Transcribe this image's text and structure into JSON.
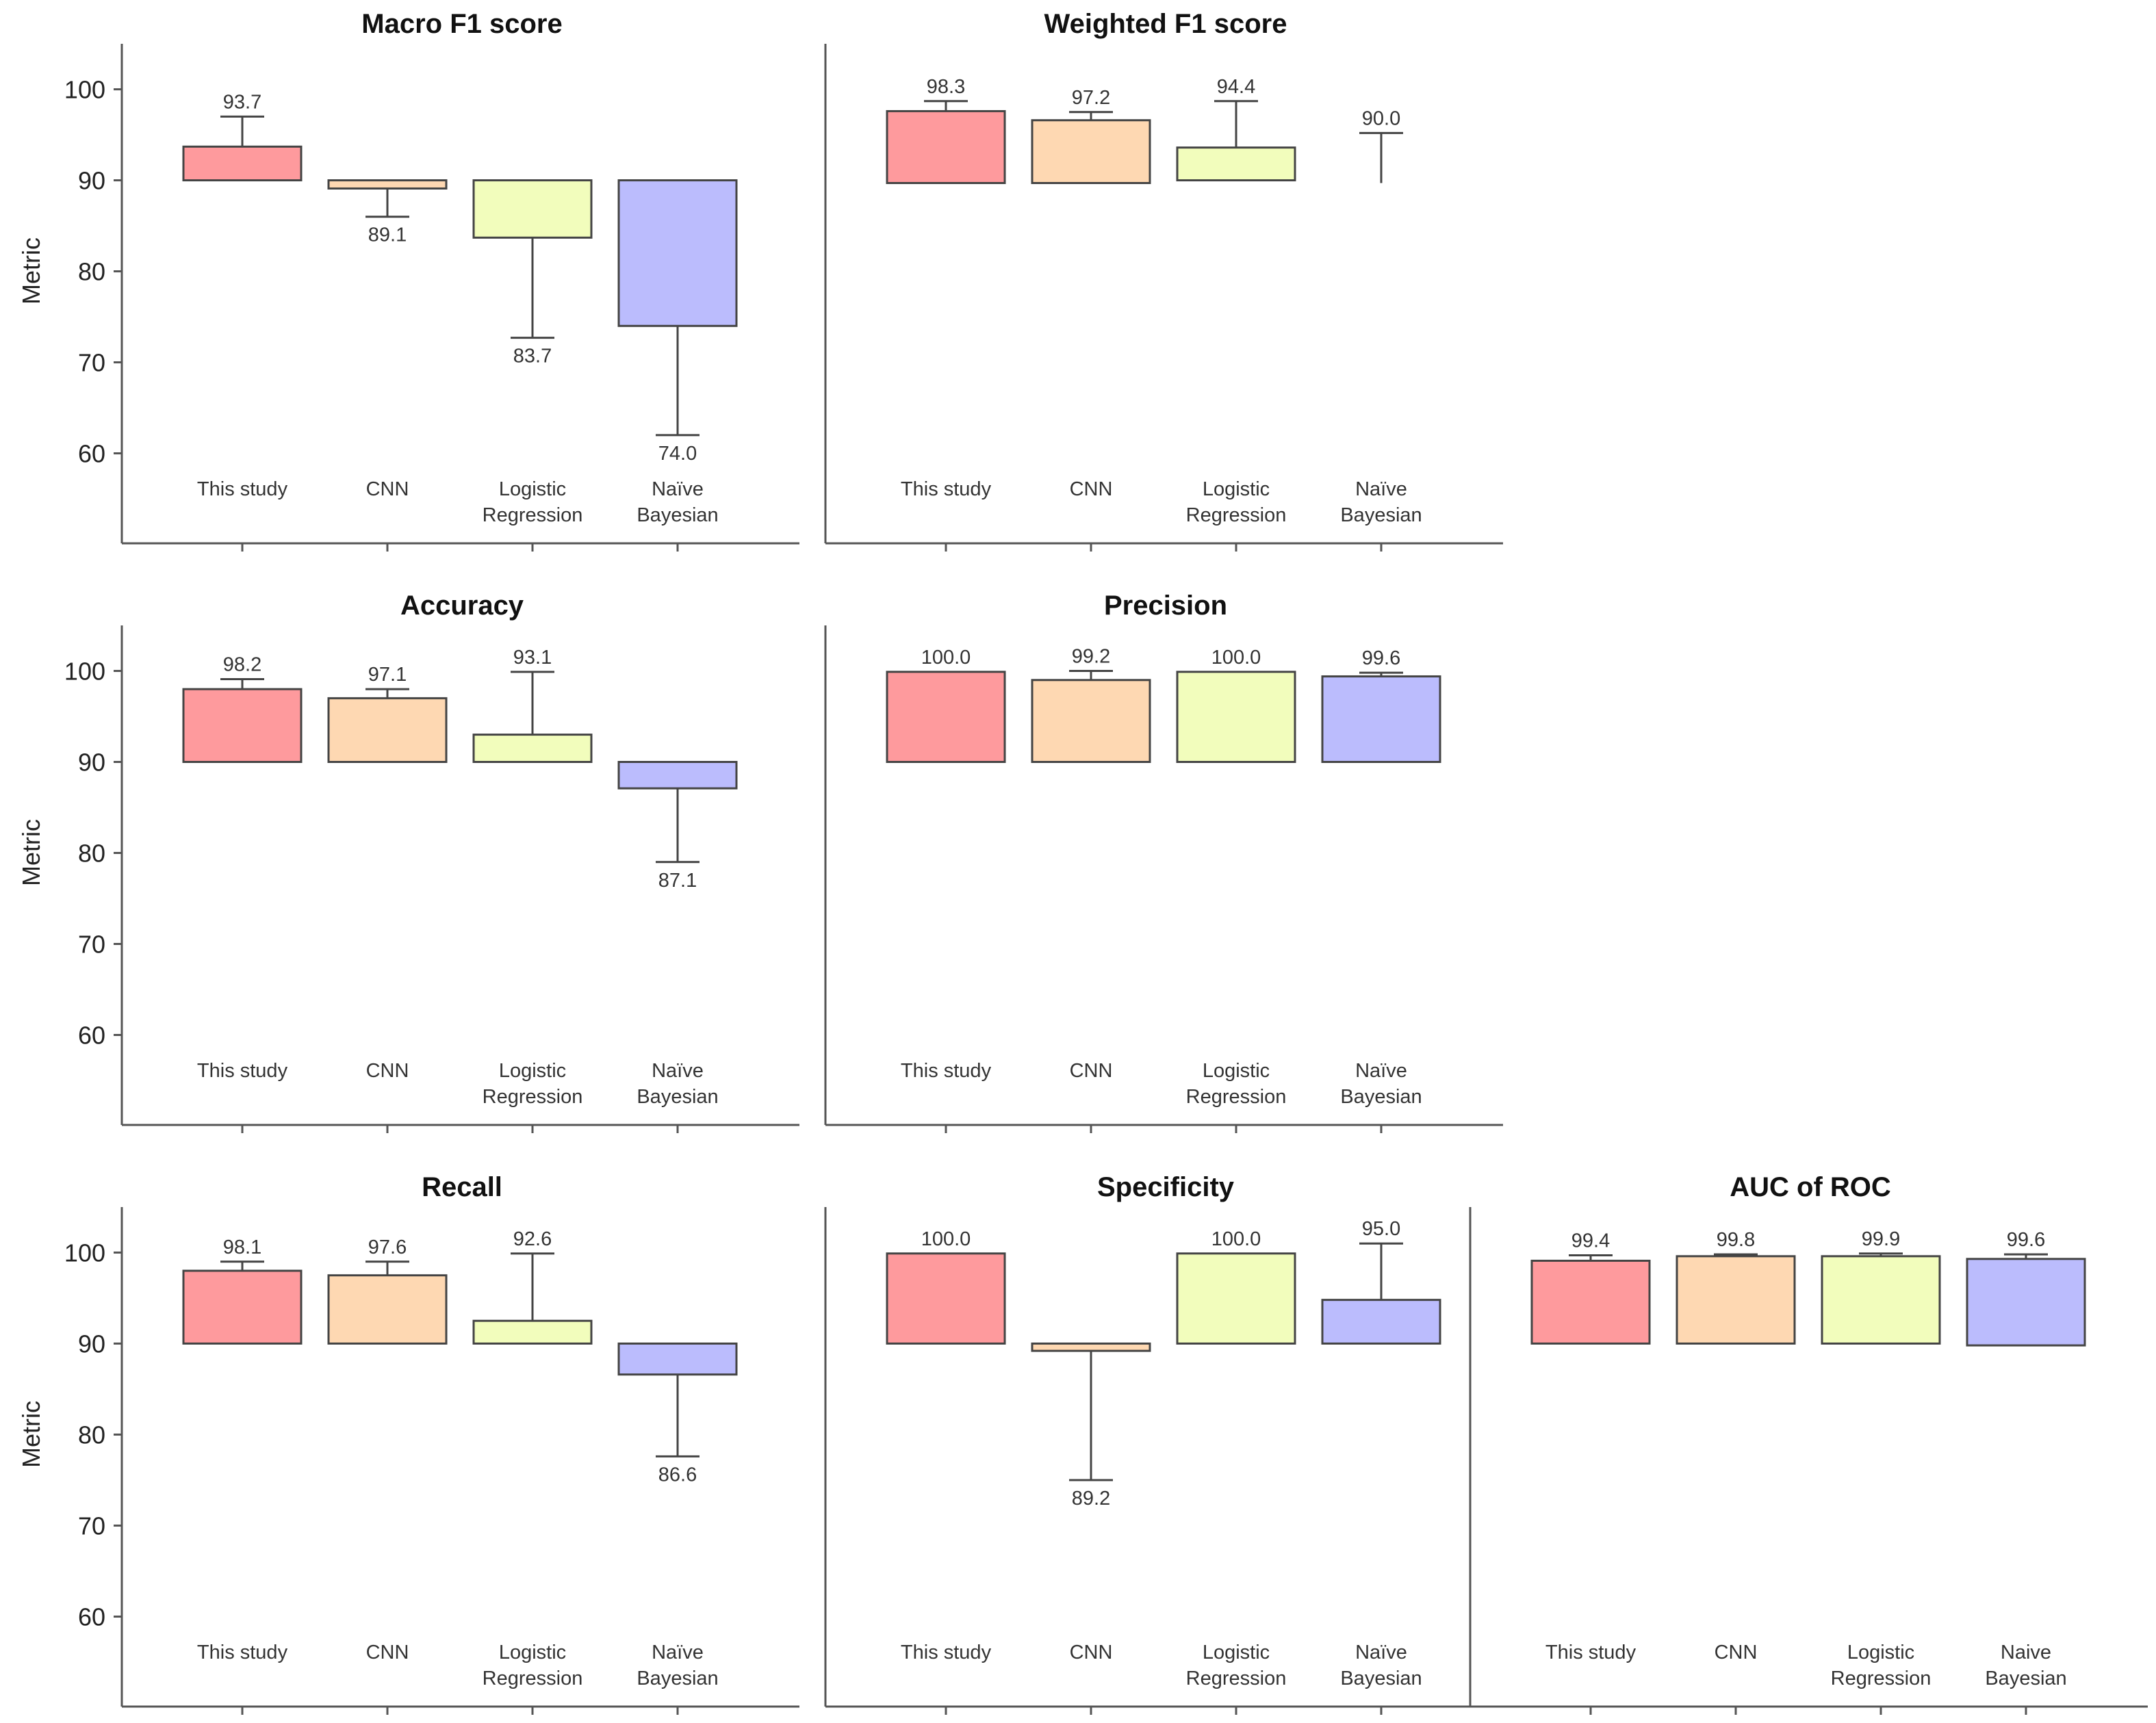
{
  "chart_data": [
    {
      "type": "box",
      "title": "Macro F1 score",
      "ylabel": "Metric",
      "ylim": [
        50,
        105
      ],
      "yticks": [
        60,
        70,
        80,
        90,
        100
      ],
      "categories": [
        "This study",
        "CNN",
        "Logistic Regression",
        "Naïve Bayesian"
      ],
      "categories_display": [
        [
          "This study"
        ],
        [
          "CNN"
        ],
        [
          "Logistic",
          "Regression"
        ],
        [
          "Naïve",
          "Bayesian"
        ]
      ],
      "boxes": [
        {
          "low": 90,
          "high": 93.7,
          "whisker": 97,
          "label": "93.7",
          "label_pos": "above"
        },
        {
          "low": 89.1,
          "high": 90,
          "whisker": 86,
          "label": "89.1",
          "label_pos": "below"
        },
        {
          "low": 83.7,
          "high": 90,
          "whisker": 72.7,
          "label": "83.7",
          "label_pos": "below"
        },
        {
          "low": 74,
          "high": 90,
          "whisker": 62,
          "label": "74.0",
          "label_pos": "below"
        }
      ]
    },
    {
      "type": "box",
      "title": "Weighted F1 score",
      "ylabel": "",
      "ylim": [
        50,
        105
      ],
      "categories": [
        "This study",
        "CNN",
        "Logistic Regression",
        "Naïve Bayesian"
      ],
      "categories_display": [
        [
          "This study"
        ],
        [
          "CNN"
        ],
        [
          "Logistic",
          "Regression"
        ],
        [
          "Naïve",
          "Bayesian"
        ]
      ],
      "boxes": [
        {
          "low": 89.7,
          "high": 97.6,
          "whisker": 98.7,
          "label": "98.3",
          "label_pos": "above"
        },
        {
          "low": 89.7,
          "high": 96.6,
          "whisker": 97.5,
          "label": "97.2",
          "label_pos": "above"
        },
        {
          "low": 90,
          "high": 93.6,
          "whisker": 98.7,
          "label": "94.4",
          "label_pos": "above"
        },
        {
          "low": null,
          "high": null,
          "whisker_low": 89.7,
          "whisker": 95.2,
          "label": "90.0",
          "label_pos": "above"
        }
      ]
    },
    {
      "type": "box",
      "title": "Accuracy",
      "ylabel": "Metric",
      "ylim": [
        50,
        105
      ],
      "yticks": [
        60,
        70,
        80,
        90,
        100
      ],
      "categories": [
        "This study",
        "CNN",
        "Logistic Regression",
        "Naïve Bayesian"
      ],
      "categories_display": [
        [
          "This study"
        ],
        [
          "CNN"
        ],
        [
          "Logistic",
          "Regression"
        ],
        [
          "Naïve",
          "Bayesian"
        ]
      ],
      "boxes": [
        {
          "low": 90,
          "high": 98,
          "whisker": 99.1,
          "label": "98.2",
          "label_pos": "above"
        },
        {
          "low": 90,
          "high": 97,
          "whisker": 98,
          "label": "97.1",
          "label_pos": "above"
        },
        {
          "low": 90,
          "high": 93,
          "whisker": 99.9,
          "label": "93.1",
          "label_pos": "above"
        },
        {
          "low": 87.1,
          "high": 90,
          "whisker": 79,
          "label": "87.1",
          "label_pos": "below"
        }
      ]
    },
    {
      "type": "box",
      "title": "Precision",
      "ylabel": "",
      "ylim": [
        50,
        105
      ],
      "categories": [
        "This study",
        "CNN",
        "Logistic Regression",
        "Naïve Bayesian"
      ],
      "categories_display": [
        [
          "This study"
        ],
        [
          "CNN"
        ],
        [
          "Logistic",
          "Regression"
        ],
        [
          "Naïve",
          "Bayesian"
        ]
      ],
      "boxes": [
        {
          "low": 90,
          "high": 99.9,
          "whisker": null,
          "label": "100.0",
          "label_pos": "above"
        },
        {
          "low": 90,
          "high": 99,
          "whisker": 100,
          "label": "99.2",
          "label_pos": "above"
        },
        {
          "low": 90,
          "high": 99.9,
          "whisker": null,
          "label": "100.0",
          "label_pos": "above"
        },
        {
          "low": 90,
          "high": 99.4,
          "whisker": 99.8,
          "label": "99.6",
          "label_pos": "above"
        }
      ]
    },
    {
      "type": "box",
      "title": "Recall",
      "ylabel": "Metric",
      "ylim": [
        50,
        105
      ],
      "yticks": [
        60,
        70,
        80,
        90,
        100
      ],
      "categories": [
        "This study",
        "CNN",
        "Logistic Regression",
        "Naïve Bayesian"
      ],
      "categories_display": [
        [
          "This study"
        ],
        [
          "CNN"
        ],
        [
          "Logistic",
          "Regression"
        ],
        [
          "Naïve",
          "Bayesian"
        ]
      ],
      "boxes": [
        {
          "low": 90,
          "high": 98,
          "whisker": 99,
          "label": "98.1",
          "label_pos": "above"
        },
        {
          "low": 90,
          "high": 97.5,
          "whisker": 99,
          "label": "97.6",
          "label_pos": "above"
        },
        {
          "low": 90,
          "high": 92.5,
          "whisker": 99.9,
          "label": "92.6",
          "label_pos": "above"
        },
        {
          "low": 86.6,
          "high": 90,
          "whisker": 77.6,
          "label": "86.6",
          "label_pos": "below"
        }
      ]
    },
    {
      "type": "box",
      "title": "Specificity",
      "ylabel": "",
      "ylim": [
        50,
        105
      ],
      "categories": [
        "This study",
        "CNN",
        "Logistic Regression",
        "Naïve Bayesian"
      ],
      "categories_display": [
        [
          "This study"
        ],
        [
          "CNN"
        ],
        [
          "Logistic",
          "Regression"
        ],
        [
          "Naïve",
          "Bayesian"
        ]
      ],
      "boxes": [
        {
          "low": 90,
          "high": 99.9,
          "whisker": null,
          "label": "100.0",
          "label_pos": "above"
        },
        {
          "low": 89.2,
          "high": 90,
          "whisker": 75,
          "label": "89.2",
          "label_pos": "below"
        },
        {
          "low": 90,
          "high": 99.9,
          "whisker": null,
          "label": "100.0",
          "label_pos": "above"
        },
        {
          "low": 90,
          "high": 94.8,
          "whisker": 101,
          "label": "95.0",
          "label_pos": "above"
        }
      ]
    },
    {
      "type": "box",
      "title": "AUC of ROC",
      "ylabel": "",
      "ylim": [
        50,
        105
      ],
      "categories": [
        "This study",
        "CNN",
        "Logistic Regression",
        "Naive Bayesian"
      ],
      "categories_display": [
        [
          "This study"
        ],
        [
          "CNN"
        ],
        [
          "Logistic",
          "Regression"
        ],
        [
          "Naive",
          "Bayesian"
        ]
      ],
      "boxes": [
        {
          "low": 90,
          "high": 99.1,
          "whisker": 99.7,
          "label": "99.4",
          "label_pos": "above"
        },
        {
          "low": 90,
          "high": 99.6,
          "whisker": 99.8,
          "label": "99.8",
          "label_pos": "above"
        },
        {
          "low": 90,
          "high": 99.6,
          "whisker": 99.9,
          "label": "99.9",
          "label_pos": "above"
        },
        {
          "low": 89.8,
          "high": 99.3,
          "whisker": 99.8,
          "label": "99.6",
          "label_pos": "above"
        }
      ]
    }
  ],
  "colors": {
    "series": [
      "#fe9a9d",
      "#fed8b2",
      "#f2fdbc",
      "#bbbcfd"
    ],
    "stroke": "#444444",
    "axis": "#555555"
  }
}
